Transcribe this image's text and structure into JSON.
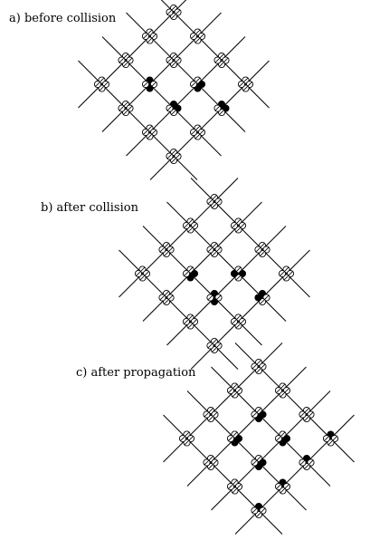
{
  "panels": [
    {
      "id": "a",
      "label": "a) before collision",
      "filled_nodes": [
        [
          2,
          1,
          1
        ],
        [
          2,
          1,
          2
        ],
        [
          3,
          1,
          0
        ],
        [
          3,
          1,
          1
        ],
        [
          2,
          2,
          0
        ],
        [
          2,
          2,
          1
        ],
        [
          1,
          2,
          0
        ],
        [
          1,
          2,
          2
        ]
      ]
    },
    {
      "id": "b",
      "label": "b) after collision",
      "filled_nodes": [
        [
          2,
          1,
          1
        ],
        [
          2,
          1,
          3
        ],
        [
          3,
          1,
          0
        ],
        [
          3,
          1,
          3
        ],
        [
          2,
          2,
          0
        ],
        [
          2,
          2,
          2
        ],
        [
          1,
          2,
          1
        ],
        [
          1,
          2,
          2
        ]
      ]
    },
    {
      "id": "c",
      "label": "c) after propagation",
      "filled_nodes": [
        [
          3,
          0,
          0
        ],
        [
          3,
          1,
          0
        ],
        [
          3,
          2,
          0
        ],
        [
          3,
          3,
          0
        ],
        [
          1,
          1,
          1
        ],
        [
          1,
          1,
          2
        ],
        [
          2,
          1,
          1
        ],
        [
          2,
          1,
          2
        ],
        [
          1,
          2,
          1
        ],
        [
          1,
          2,
          2
        ],
        [
          2,
          2,
          1
        ],
        [
          2,
          2,
          2
        ]
      ]
    }
  ],
  "colors": {
    "line": "#000000",
    "filled": "#000000",
    "empty": "#ffffff"
  }
}
